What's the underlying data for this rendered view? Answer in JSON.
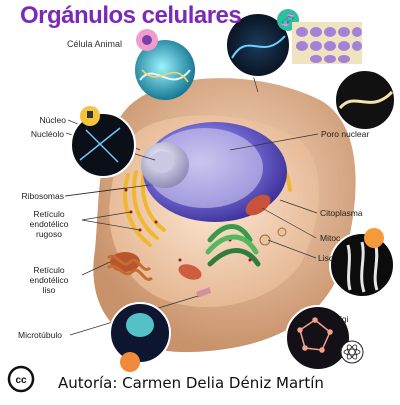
{
  "title": "Orgánulos celulares",
  "subtitle": "Célula Animal",
  "labels": {
    "nucleo": "Núcleo",
    "nucleolo": "Nucléolo",
    "ribosomas": "Ribosomas",
    "reticulo_rugoso": [
      "Retículo",
      "endotélico",
      "rugoso"
    ],
    "reticulo_liso": [
      "Retículo",
      "endotélico",
      "liso"
    ],
    "microtubulo": "Microtúbulo",
    "poro_nuclear": "Poro nuclear",
    "citoplasma": "Citoplasma",
    "mitoc": "Mitoc",
    "lisc": "Lisc",
    "golgi": "lgi"
  },
  "author": "Autoría: Carmen Delia Déniz Martín",
  "colors": {
    "title": "#7b2ab8",
    "membrane": "#e8b890",
    "nucleus": "#5b4fc2",
    "rer": "#f0b830",
    "golgi": "#3a9a4a",
    "mito": "#c8523a"
  },
  "icons": [
    "creative-commons-icon",
    "atom-icon",
    "dna-icon",
    "blood-cells-icon",
    "virus-icon"
  ]
}
